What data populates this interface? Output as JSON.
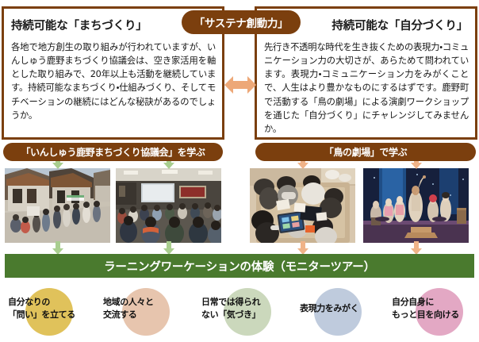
{
  "center_badge": {
    "label": "「サステナ創動力」",
    "color": "#7B3F0E"
  },
  "panels": {
    "left": {
      "title": "持続可能な「まちづくり」",
      "body": "各地で地方創生の取り組みが行われていますが、いんしゅう鹿野まちづくり協議会は、空き家活用を軸とした取り組みで、20年以上も活動を継続しています。持続可能なまちづくり・仕組みづくり、そしてモチベーションの継続にはどんな秘訣があるのでしょうか。",
      "border_color": "#7B3F0E"
    },
    "right": {
      "title": "持続可能な「自分づくり」",
      "body": "先行き不透明な時代を生き抜くための表現力・コミュニケーション力の大切さが、あらためて問われています。表現力・コミュニケーション力をみがくことで、人生はより豊かなものにするはずです。鹿野町で活動する「鳥の劇場」による演劇ワークショップを通じた「自分づくり」にチャレンジしてみませんか。",
      "border_color": "#7B3F0E"
    }
  },
  "section_headers": {
    "left": "「いんしゅう鹿野まちづくり協議会」を学ぶ",
    "right": "「鳥の劇場」で学ぶ"
  },
  "photos": [
    {
      "name": "townscape-street-photo",
      "caption_alt": "古民家の町並みと通りの人々"
    },
    {
      "name": "community-meeting-photo",
      "caption_alt": "ホールでの地域説明会の様子"
    },
    {
      "name": "workshop-tablet-photo",
      "caption_alt": "机を囲みタブレットを使う参加者"
    },
    {
      "name": "theater-stage-photo",
      "caption_alt": "舞台上の演劇パフォーマンス"
    }
  ],
  "green_banner": {
    "label": "ラーニングワーケーションの体験（モニターツアー）",
    "color": "#4A7A2E"
  },
  "arrows": {
    "left_color": "#A9CE8F",
    "right_color": "#F0B388",
    "double_color": "#EDA878"
  },
  "outcomes": [
    {
      "label": "自分なりの\n「問い」を立てる",
      "line1": "自分なりの",
      "line2": "「問い」を立てる",
      "color": "#E0C25B"
    },
    {
      "label": "地域の人々と\n交流する",
      "line1": "地域の人々と",
      "line2": "交流する",
      "color": "#E7C5AE"
    },
    {
      "label": "日常では得られ\nない「気づき」",
      "line1": "日常では得られ",
      "line2": "ない「気づき」",
      "color": "#CBD8BC"
    },
    {
      "label": "表現力をみがく",
      "line1": "表現力をみがく",
      "line2": "",
      "color": "#BFCBDD"
    },
    {
      "label": "自分自身に\nもっと目を向ける",
      "line1": "自分自身に",
      "line2": "もっと目を向ける",
      "color": "#E3A8C4"
    }
  ]
}
